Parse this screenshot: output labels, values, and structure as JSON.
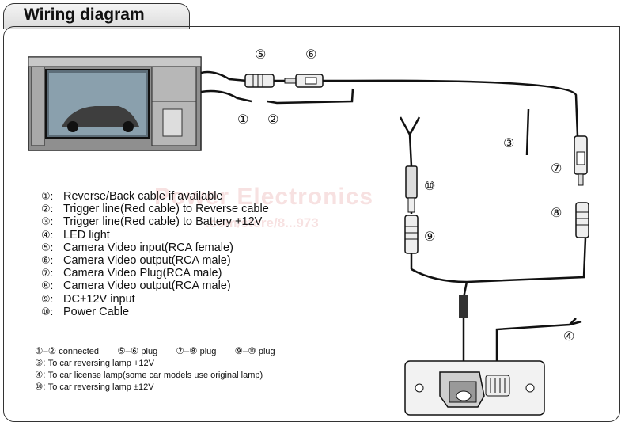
{
  "title": "Wiring diagram",
  "callouts": {
    "c1": "①",
    "c2": "②",
    "c3": "③",
    "c4": "④",
    "c5": "⑤",
    "c6": "⑥",
    "c7": "⑦",
    "c8": "⑧",
    "c9": "⑨",
    "c10": "⑩"
  },
  "legend": [
    {
      "num": "①:",
      "text": "Reverse/Back cable if available"
    },
    {
      "num": "②:",
      "text": "Trigger line(Red cable) to Reverse cable"
    },
    {
      "num": "③:",
      "text": "Trigger line(Red cable) to Battery +12V"
    },
    {
      "num": "④:",
      "text": "LED light"
    },
    {
      "num": "⑤:",
      "text": "Camera Video input(RCA female)"
    },
    {
      "num": "⑥:",
      "text": "Camera Video output(RCA male)"
    },
    {
      "num": "⑦:",
      "text": "Camera Video Plug(RCA male)"
    },
    {
      "num": "⑧:",
      "text": "Camera Video output(RCA male)"
    },
    {
      "num": "⑨:",
      "text": "DC+12V input"
    },
    {
      "num": "⑩:",
      "text": "Power Cable"
    }
  ],
  "connections": [
    {
      "pair": "①–②",
      "label": "connected"
    },
    {
      "pair": "⑤–⑥",
      "label": "plug"
    },
    {
      "pair": "⑦–⑧",
      "label": "plug"
    },
    {
      "pair": "⑨–⑩",
      "label": "plug"
    }
  ],
  "notes": [
    {
      "num": "③:",
      "text": "To car reversing lamp +12V"
    },
    {
      "num": "④:",
      "text": "To car license lamp(some car models use original lamp)"
    },
    {
      "num": "⑩:",
      "text": "To car reversing lamp ±12V"
    }
  ],
  "watermark": {
    "brand": "Power Electronics",
    "url": ".com/store/8...973"
  }
}
